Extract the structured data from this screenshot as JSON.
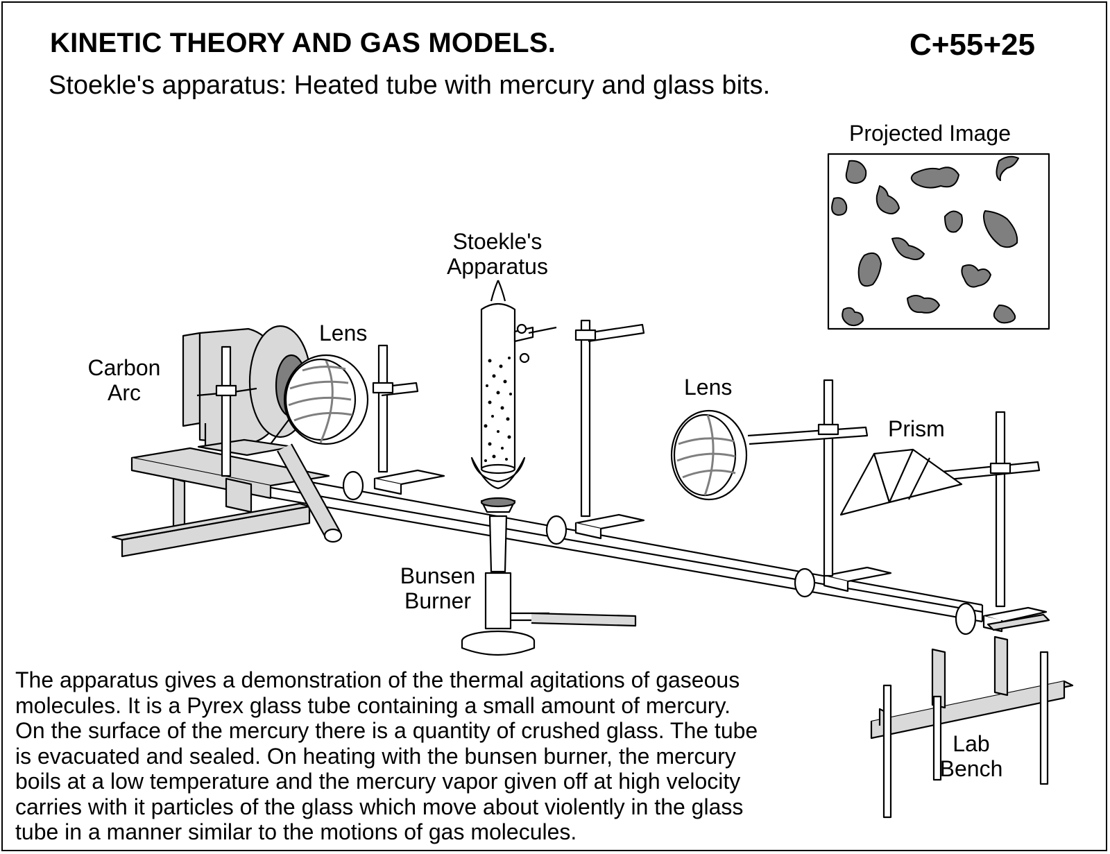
{
  "header": {
    "title": "KINETIC THEORY AND GAS MODELS.",
    "code": "C+55+25",
    "subtitle": "Stoekle's apparatus:  Heated tube with mercury and glass bits."
  },
  "labels": {
    "projected_image": "Projected Image",
    "stoekles_line1": "Stoekle's",
    "stoekles_line2": "Apparatus",
    "lens_left": "Lens",
    "carbon_arc_line1": "Carbon",
    "carbon_arc_line2": "Arc",
    "lens_right": "Lens",
    "prism": "Prism",
    "bunsen_line1": "Bunsen",
    "bunsen_line2": "Burner",
    "lab_bench_line1": "Lab",
    "lab_bench_line2": "Bench"
  },
  "description": {
    "lines": [
      "The apparatus gives a demonstration of the thermal agitations of gaseous",
      "molecules.  It is a Pyrex glass tube containing a small amount of mercury.",
      "On the surface of the mercury there is a quantity of crushed glass.  The tube",
      "is evacuated and sealed.  On heating with the bunsen burner, the mercury",
      "boils at a low temperature and the mercury vapor given off at high velocity",
      "carries with it particles of the glass which move about violently in the glass",
      "tube in a manner similar to the motions of gas molecules."
    ]
  },
  "colors": {
    "ink": "#000000",
    "light_gray": "#d9d9d9",
    "mid_gray": "#a6a6a6",
    "blob_gray": "#7f7f7f"
  }
}
